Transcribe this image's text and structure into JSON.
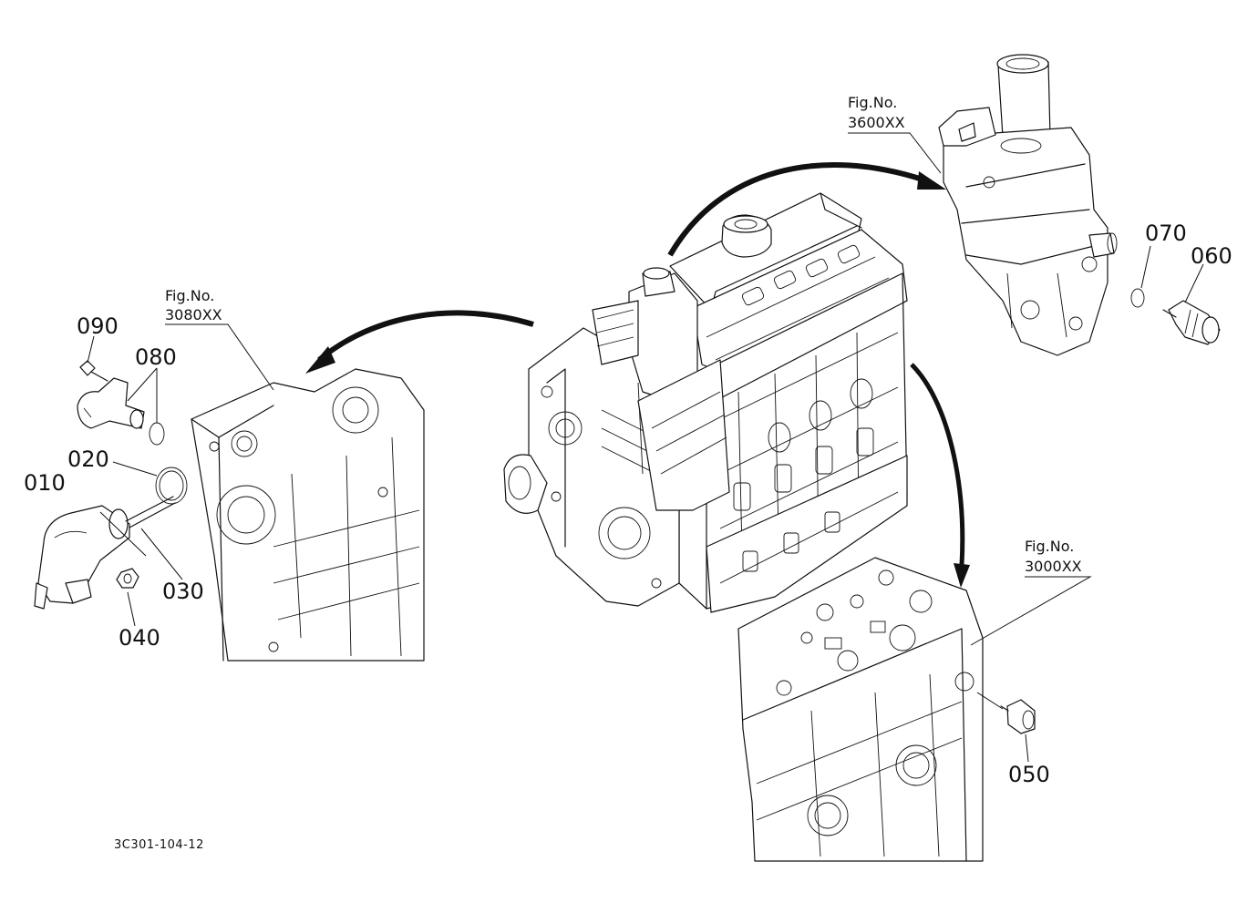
{
  "diagram": {
    "drawing_code": "3C301-104-12",
    "figure_refs": [
      {
        "id": "fig-3080",
        "line1": "Fig.No.",
        "line2": "3080XX"
      },
      {
        "id": "fig-3600",
        "line1": "Fig.No.",
        "line2": "3600XX"
      },
      {
        "id": "fig-3000",
        "line1": "Fig.No.",
        "line2": "3000XX"
      }
    ],
    "parts": {
      "p010": "010",
      "p020": "020",
      "p030": "030",
      "p040": "040",
      "p050": "050",
      "p060": "060",
      "p070": "070",
      "p080": "080",
      "p090": "090"
    }
  }
}
